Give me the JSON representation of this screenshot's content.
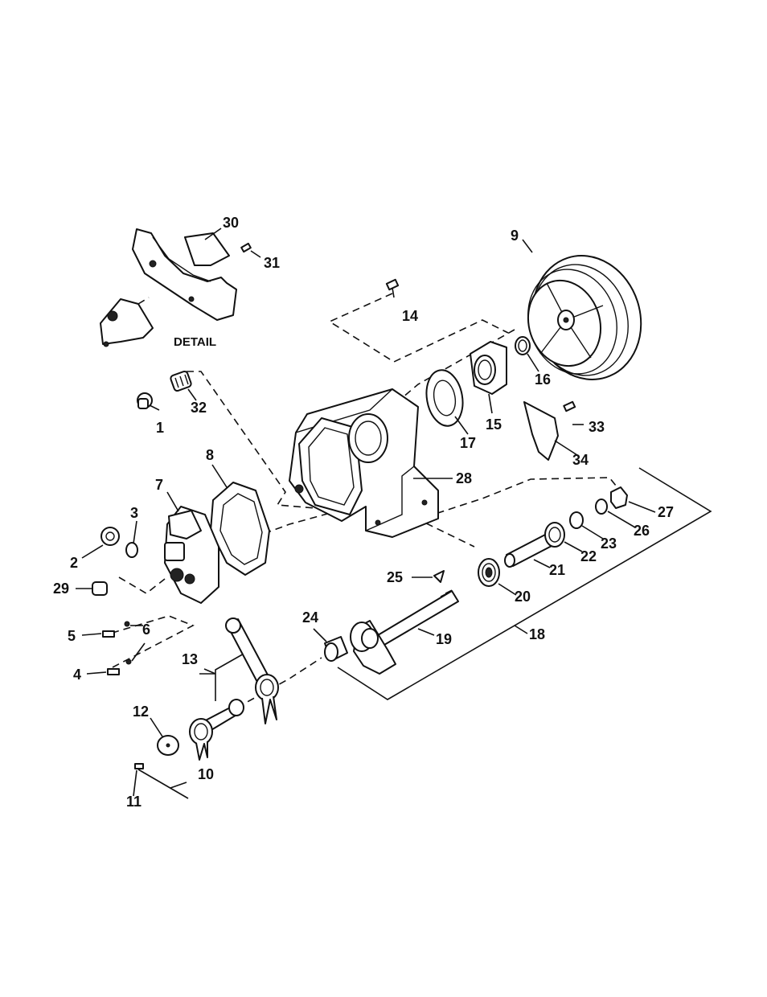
{
  "detail_label": "DETAIL",
  "callouts": [
    {
      "id": "c1",
      "text": "1"
    },
    {
      "id": "c2",
      "text": "2"
    },
    {
      "id": "c3",
      "text": "3"
    },
    {
      "id": "c4",
      "text": "4"
    },
    {
      "id": "c5",
      "text": "5"
    },
    {
      "id": "c6",
      "text": "6"
    },
    {
      "id": "c7",
      "text": "7"
    },
    {
      "id": "c8",
      "text": "8"
    },
    {
      "id": "c9",
      "text": "9"
    },
    {
      "id": "c10",
      "text": "10"
    },
    {
      "id": "c11",
      "text": "11"
    },
    {
      "id": "c12",
      "text": "12"
    },
    {
      "id": "c13",
      "text": "13"
    },
    {
      "id": "c14",
      "text": "14"
    },
    {
      "id": "c15",
      "text": "15"
    },
    {
      "id": "c16",
      "text": "16"
    },
    {
      "id": "c17",
      "text": "17"
    },
    {
      "id": "c18",
      "text": "18"
    },
    {
      "id": "c19",
      "text": "19"
    },
    {
      "id": "c20",
      "text": "20"
    },
    {
      "id": "c21",
      "text": "21"
    },
    {
      "id": "c22",
      "text": "22"
    },
    {
      "id": "c23",
      "text": "23"
    },
    {
      "id": "c24",
      "text": "24"
    },
    {
      "id": "c25",
      "text": "25"
    },
    {
      "id": "c26",
      "text": "26"
    },
    {
      "id": "c27",
      "text": "27"
    },
    {
      "id": "c28",
      "text": "28"
    },
    {
      "id": "c29",
      "text": "29"
    },
    {
      "id": "c30",
      "text": "30"
    },
    {
      "id": "c31",
      "text": "31"
    },
    {
      "id": "c32",
      "text": "32"
    },
    {
      "id": "c33",
      "text": "33"
    },
    {
      "id": "c34",
      "text": "34"
    }
  ]
}
